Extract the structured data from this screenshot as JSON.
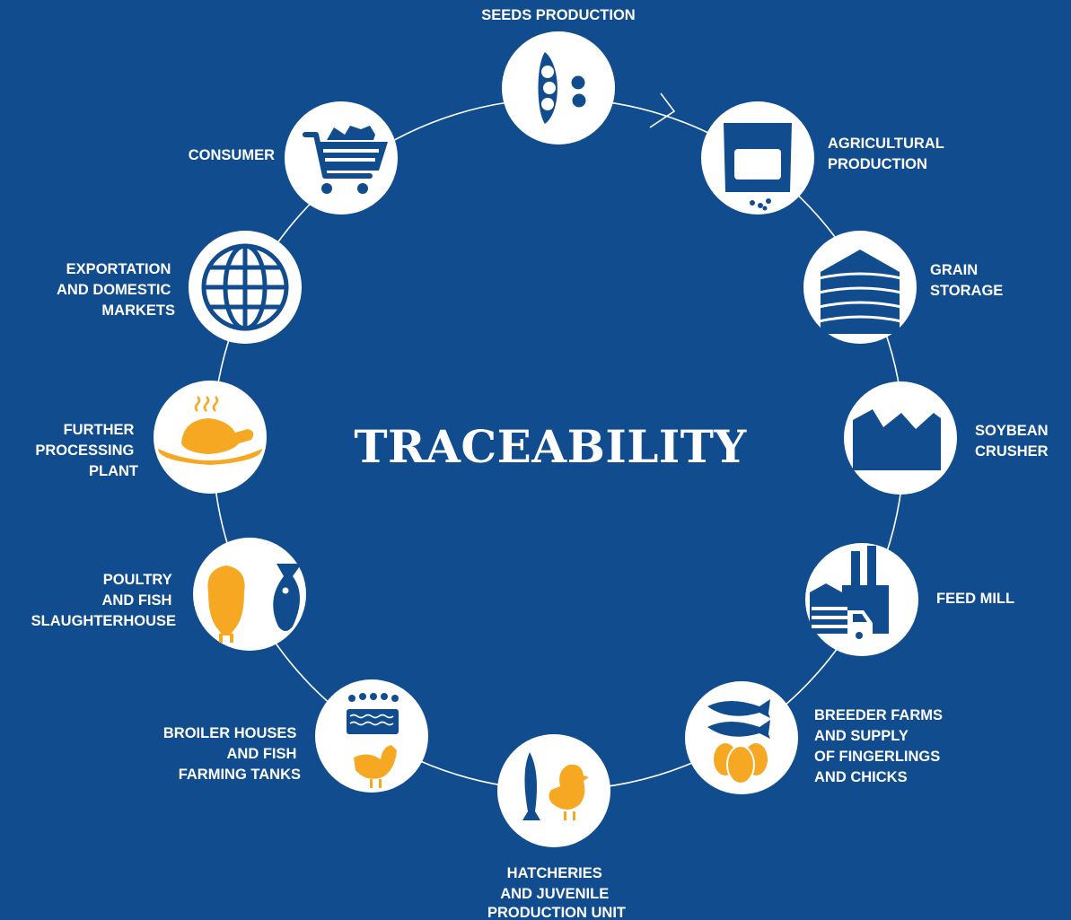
{
  "title": "TRACEABILITY",
  "colors": {
    "background": "#114d8e",
    "node": "#ffffff",
    "icon_primary": "#114d8e",
    "icon_accent": "#f7a823"
  },
  "stages": [
    {
      "id": "seeds",
      "icon": "peapod-icon",
      "lines": [
        "SEEDS PRODUCTION"
      ]
    },
    {
      "id": "agricultural",
      "icon": "seed-bag-icon",
      "lines": [
        "AGRICULTURAL",
        "PRODUCTION"
      ]
    },
    {
      "id": "grain",
      "icon": "silo-icon",
      "lines": [
        "GRAIN",
        "STORAGE"
      ]
    },
    {
      "id": "soybean",
      "icon": "crusher-icon",
      "lines": [
        "SOYBEAN",
        "CRUSHER"
      ]
    },
    {
      "id": "feedmill",
      "icon": "factory-truck-icon",
      "lines": [
        "FEED MILL"
      ]
    },
    {
      "id": "breeder",
      "icon": "fish-eggs-icon",
      "lines": [
        "BREEDER FARMS",
        "AND SUPPLY",
        "OF FINGERLINGS",
        "AND CHICKS"
      ]
    },
    {
      "id": "hatcheries",
      "icon": "fish-chick-icon",
      "lines": [
        "HATCHERIES",
        "AND JUVENILE",
        "PRODUCTION UNIT"
      ]
    },
    {
      "id": "broiler",
      "icon": "tank-hen-icon",
      "lines": [
        "BROILER HOUSES",
        "AND FISH",
        "FARMING TANKS"
      ]
    },
    {
      "id": "slaughter",
      "icon": "chicken-fish-icon",
      "lines": [
        "POULTRY",
        "AND FISH",
        "SLAUGHTERHOUSE"
      ]
    },
    {
      "id": "processing",
      "icon": "roast-chicken-icon",
      "lines": [
        "FURTHER",
        "PROCESSING",
        "PLANT"
      ]
    },
    {
      "id": "exportation",
      "icon": "globe-icon",
      "lines": [
        "EXPORTATION",
        "AND DOMESTIC",
        "MARKETS"
      ]
    },
    {
      "id": "consumer",
      "icon": "shopping-cart-icon",
      "lines": [
        "CONSUMER"
      ]
    }
  ]
}
